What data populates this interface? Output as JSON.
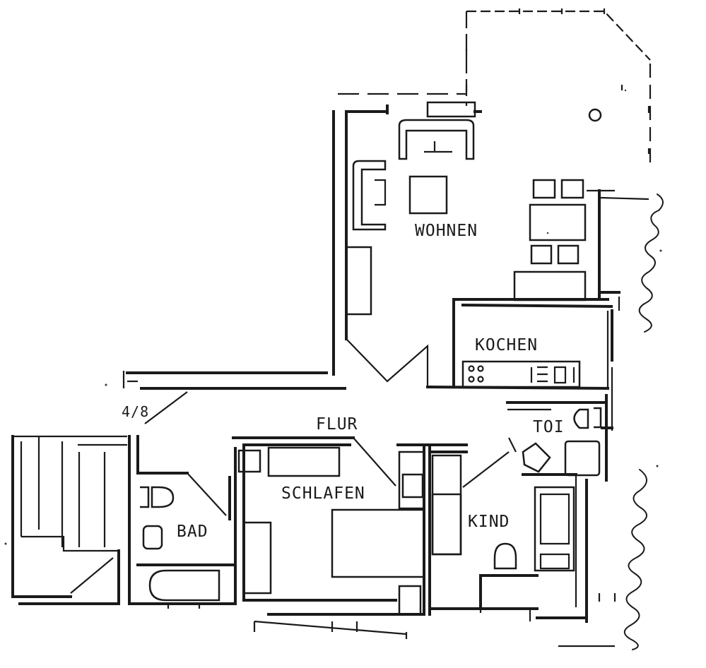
{
  "rooms": {
    "living": "WOHNEN",
    "kitchen": "KOCHEN",
    "hall": "FLUR",
    "bedroom": "SCHLAFEN",
    "bath": "BAD",
    "toilet": "TOI",
    "child": "KIND"
  },
  "stair_note": "4/8"
}
